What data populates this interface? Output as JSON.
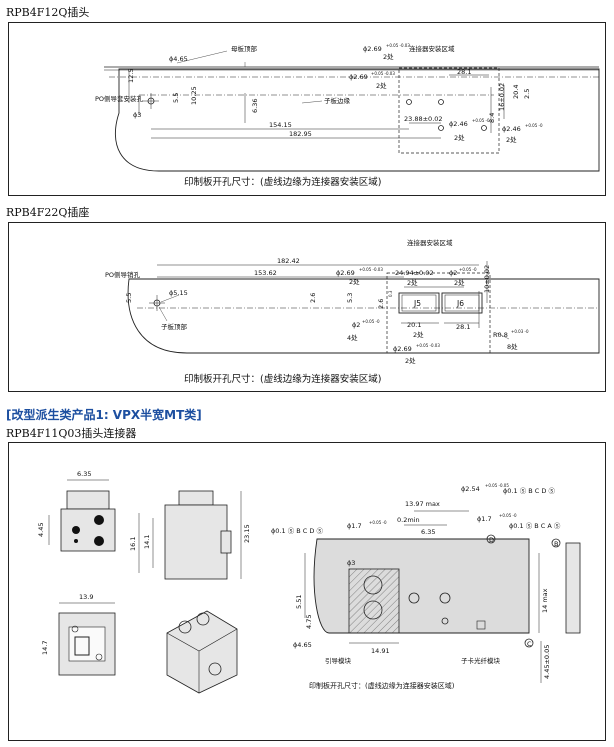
{
  "section1": {
    "heading": "RPB4F12Q插头",
    "labels": {
      "d465": "ϕ4.65",
      "mother_top": "母板顶部",
      "d269_1": "ϕ2.69",
      "tol_269_1": "+0.05 -0.03",
      "qty1": "2处",
      "conn_area": "连接器安装区域",
      "d269_2": "ϕ2.69",
      "tol_269_2": "+0.05 -0.03",
      "qty2": "2处",
      "po_guide": "PO侧导套安装孔",
      "d3": "ϕ3",
      "h125": "12.5",
      "h55": "5.5",
      "h1025": "10.25",
      "h636": "6.36",
      "sub_edge": "子板边缘",
      "w15415": "154.15",
      "w18295": "182.95",
      "w281": "28.1",
      "w2388": "23.88±0.02",
      "v1602": "16±0.02",
      "v84": "8.4",
      "v204": "20.4",
      "v25": "2.5",
      "d246_1": "ϕ2.46",
      "tol_246_1": "+0.05 -0",
      "qty3": "2处",
      "d246_2": "ϕ2.46",
      "tol_246_2": "+0.05 -0",
      "qty4": "2处"
    },
    "caption": "印制板开孔尺寸：(虚线边缘为连接器安装区域)"
  },
  "section2": {
    "heading": "RPB4F22Q插座",
    "labels": {
      "conn_area": "连接器安装区域",
      "w18242": "182.42",
      "po_pin": "PO侧导销孔",
      "w15362": "153.62",
      "d269_1": "ϕ2.69",
      "tol_269_1": "+0.05 -0.03",
      "qty1": "2处",
      "w2494": "24.94±0.02",
      "qty2": "2处",
      "d2_1": "ϕ2",
      "tol_2_1": "+0.05 -0",
      "qty3": "2处",
      "v1002": "10±0.02",
      "d515": "ϕ5.15",
      "h55": "5.5",
      "h26": "2.6",
      "h53": "5.3",
      "v26": "2.6",
      "v03": "0.3",
      "j5": "J5",
      "j6": "J6",
      "sub_top": "子板顶部",
      "d2_2": "ϕ2",
      "tol_2_2": "+0.05 -0",
      "qty4": "4处",
      "w201": "20.1",
      "w281": "28.1",
      "qty5": "2处",
      "r08": "R0.8",
      "tol_r08": "+0.03 -0",
      "qty6": "8处",
      "d269_2": "ϕ2.69",
      "tol_269_2": "+0.05 -0.03",
      "qty7": "2处"
    },
    "caption": "印制板开孔尺寸：(虚线边缘为连接器安装区域)"
  },
  "section3": {
    "title": "[改型派生类产品1: VPX半宽MT类]",
    "heading": "RPB4F11Q03插头连接器",
    "labels": {
      "w635_top": "6.35",
      "h445": "4.45",
      "h161": "16.1",
      "h141": "14.1",
      "h2315": "23.15",
      "w139": "13.9",
      "h147": "14.7",
      "w1397": "13.97 max",
      "d254": "ϕ2.54",
      "tol_254": "+0.05 -0.05",
      "fcf_254": "ϕ0.1 Ⓢ B C D Ⓢ",
      "fcf_17a": "ϕ0.1 Ⓢ B C D Ⓢ",
      "d17a": "ϕ1.7",
      "tol_17a": "+0.05 -0",
      "w02min": "0.2min",
      "w635b": "6.35",
      "d17b": "ϕ1.7",
      "tol_17b": "+0.05 -0",
      "fcf_17b": "ϕ0.1 Ⓢ B C A Ⓢ",
      "d3": "ϕ3",
      "h551": "5.51",
      "h475": "4.75",
      "d465": "ϕ4.65",
      "w1491": "14.91",
      "guide_mod": "引导模块",
      "fiber_mod": "子卡光纤模块",
      "h14max": "14 max",
      "h445b": "4.45±0.05",
      "ref_b": "B",
      "ref_c": "C",
      "ref_d": "D"
    },
    "caption": "印制板开孔尺寸：(虚线边缘为连接器安装区域)"
  }
}
